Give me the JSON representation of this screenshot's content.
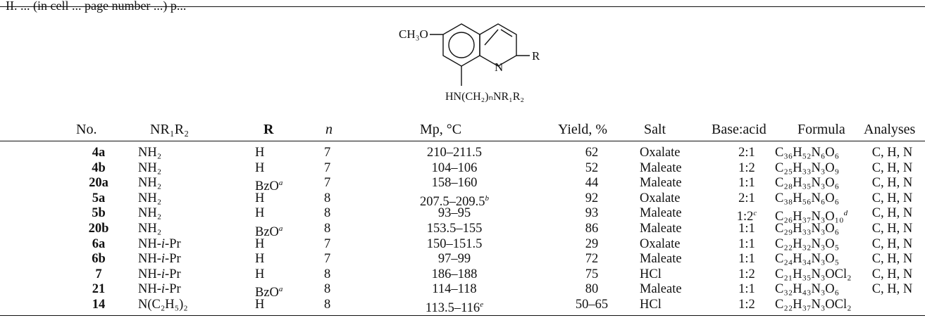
{
  "caption": "II. ... (in cell ... page number ...) p...",
  "structure": {
    "substituent_left": "CH₃O",
    "ring_atom": "N",
    "substituent_right": "R",
    "side_chain": "HN(CH₂)ₙNR₁R₂"
  },
  "headers": [
    "No.",
    "NR₁R₂",
    "R",
    "n",
    "Mp, °C",
    "Yield, %",
    "Salt",
    "Base:acid",
    "Formula",
    "Analyses"
  ],
  "rows": [
    {
      "no": "4a",
      "nr": "NH₂",
      "r": "H",
      "n": "7",
      "mp": "210–211.5",
      "yield": "62",
      "salt": "Oxalate",
      "ratio": "2:1",
      "formula": "C₃₆H₅₂N₆O₆",
      "analyses": "C, H, N"
    },
    {
      "no": "4b",
      "nr": "NH₂",
      "r": "H",
      "n": "7",
      "mp": "104–106",
      "yield": "52",
      "salt": "Maleate",
      "ratio": "1:2",
      "formula": "C₂₅H₃₃N₃O₉",
      "analyses": "C, H, N"
    },
    {
      "no": "20a",
      "nr": "NH₂",
      "r": "BzO",
      "r_sup": "a",
      "n": "7",
      "mp": "158–160",
      "yield": "44",
      "salt": "Maleate",
      "ratio": "1:1",
      "formula": "C₂₈H₃₅N₃O₆",
      "analyses": "C, H, N"
    },
    {
      "no": "5a",
      "nr": "NH₂",
      "r": "H",
      "n": "8",
      "mp": "207.5–209.5",
      "mp_sup": "b",
      "yield": "92",
      "salt": "Oxalate",
      "ratio": "2:1",
      "formula": "C₃₈H₅₆N₆O₆",
      "analyses": "C, H, N"
    },
    {
      "no": "5b",
      "nr": "NH₂",
      "r": "H",
      "n": "8",
      "mp": "93–95",
      "yield": "93",
      "salt": "Maleate",
      "ratio": "1:2",
      "ratio_sup": "c",
      "formula": "C₂₆H₃₇N₃O₁₀",
      "formula_sup": "d",
      "analyses": "C, H, N"
    },
    {
      "no": "20b",
      "nr": "NH₂",
      "r": "BzO",
      "r_sup": "a",
      "n": "8",
      "mp": "153.5–155",
      "yield": "86",
      "salt": "Maleate",
      "ratio": "1:1",
      "formula": "C₂₉H₃₃N₃O₆",
      "analyses": "C, H, N"
    },
    {
      "no": "6a",
      "nr": "NH-i-Pr",
      "r": "H",
      "n": "7",
      "mp": "150–151.5",
      "yield": "29",
      "salt": "Oxalate",
      "ratio": "1:1",
      "formula": "C₂₂H₃₂N₃O₅",
      "analyses": "C, H, N"
    },
    {
      "no": "6b",
      "nr": "NH-i-Pr",
      "r": "H",
      "n": "7",
      "mp": "97–99",
      "yield": "72",
      "salt": "Maleate",
      "ratio": "1:1",
      "formula": "C₂₄H₃₄N₃O₅",
      "analyses": "C, H, N"
    },
    {
      "no": "7",
      "nr": "NH-i-Pr",
      "r": "H",
      "n": "8",
      "mp": "186–188",
      "yield": "75",
      "salt": "HCl",
      "ratio": "1:2",
      "formula": "C₂₁H₃₅N₃OCl₂",
      "analyses": "C, H, N"
    },
    {
      "no": "21",
      "nr": "NH-i-Pr",
      "r": "BzO",
      "r_sup": "a",
      "n": "8",
      "mp": "114–118",
      "yield": "80",
      "salt": "Maleate",
      "ratio": "1:1",
      "formula": "C₃₂H₄₃N₃O₆",
      "analyses": "C, H, N"
    },
    {
      "no": "14",
      "nr": "N(C₂H₅)₂",
      "r": "H",
      "n": "8",
      "mp": "113.5–116",
      "mp_sup": "e",
      "yield": "50–65",
      "salt": "HCl",
      "ratio": "1:2",
      "formula": "C₂₂H₃₇N₃OCl₂",
      "analyses": ""
    }
  ]
}
